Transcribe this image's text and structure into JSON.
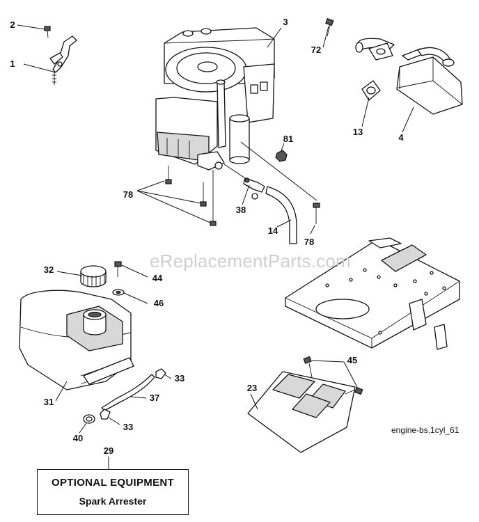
{
  "diagram": {
    "watermark": "eReplacementParts.com",
    "drawing_id": "engine-bs.1cyl_61",
    "callouts": [
      {
        "id": "c1",
        "text": "1"
      },
      {
        "id": "c2",
        "text": "2"
      },
      {
        "id": "c3",
        "text": "3"
      },
      {
        "id": "c72",
        "text": "72"
      },
      {
        "id": "c13",
        "text": "13"
      },
      {
        "id": "c4",
        "text": "4"
      },
      {
        "id": "c81",
        "text": "81"
      },
      {
        "id": "c78a",
        "text": "78"
      },
      {
        "id": "c38",
        "text": "38"
      },
      {
        "id": "c14",
        "text": "14"
      },
      {
        "id": "c78b",
        "text": "78"
      },
      {
        "id": "c32",
        "text": "32"
      },
      {
        "id": "c44",
        "text": "44"
      },
      {
        "id": "c46",
        "text": "46"
      },
      {
        "id": "c45",
        "text": "45"
      },
      {
        "id": "c33a",
        "text": "33"
      },
      {
        "id": "c37",
        "text": "37"
      },
      {
        "id": "c31",
        "text": "31"
      },
      {
        "id": "c23",
        "text": "23"
      },
      {
        "id": "c40",
        "text": "40"
      },
      {
        "id": "c33b",
        "text": "33"
      },
      {
        "id": "c29",
        "text": "29"
      }
    ],
    "optional_equipment": {
      "title": "OPTIONAL EQUIPMENT",
      "item": "Spark Arrester"
    }
  }
}
